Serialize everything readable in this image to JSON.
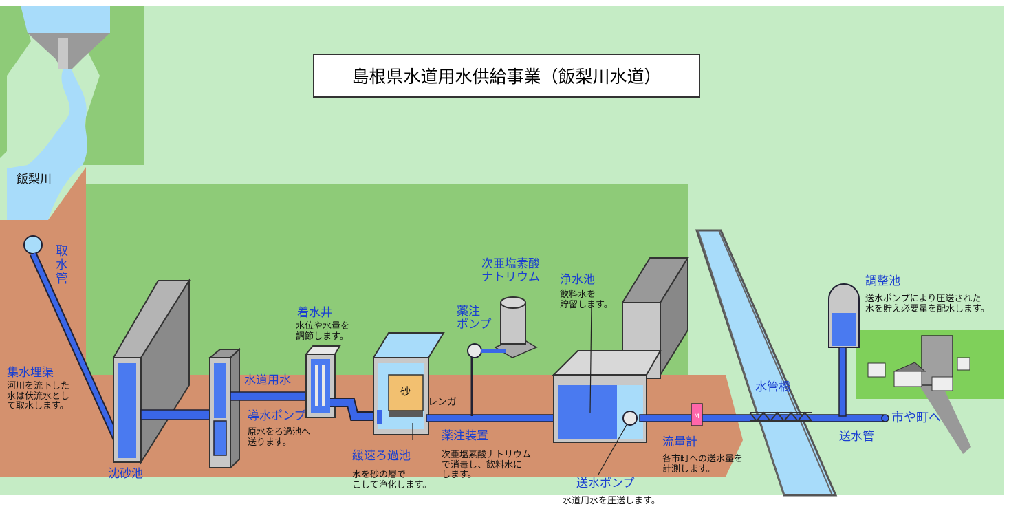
{
  "title": "島根県水道用水供給事業（飯梨川水道）",
  "colors": {
    "grass": "#c5ecc5",
    "hill": "#8ecb78",
    "soil": "#d4916e",
    "water": "#a8dcfa",
    "pipe": "#3a66e8",
    "structure": "#b4b4b4",
    "label": "#1a3fd0"
  },
  "labels": {
    "river": "飯梨川",
    "intake_pipe": "取水管",
    "infiltration": {
      "name": "集水埋渠",
      "desc": "河川を流下した\n水は伏流水とし\nて取水します。"
    },
    "grit": {
      "name": "沈砂池"
    },
    "conduit_label": "水道用水",
    "conduit_pump": {
      "name": "導水ポンプ",
      "desc": "原水をろ過池へ\n送ります。"
    },
    "receiving_well": {
      "name": "着水井",
      "desc": "水位や水量を\n調節します。"
    },
    "slow_filter": {
      "name": "緩速ろ過池",
      "desc": "水を砂の層で\nこして浄化します。",
      "sand": "砂",
      "brick": "レンガ"
    },
    "chem_pump": {
      "name": "薬注\nポンプ"
    },
    "hypochlorite": {
      "name": "次亜塩素酸\nナトリウム"
    },
    "chem_device": {
      "name": "薬注装置",
      "desc": "次亜塩素酸ナトリウム\nで消毒し、飲料水に\nします。"
    },
    "clear_well": {
      "name": "浄水池",
      "desc": "飲料水を\n貯留します。"
    },
    "send_pump": {
      "name": "送水ポンプ",
      "desc": "水道用水を圧送します。"
    },
    "flowmeter": {
      "name": "流量計",
      "desc": "各市町への送水量を\n計測します。",
      "mark": "M"
    },
    "pipe_bridge": "水管橋",
    "send_pipe": "送水管",
    "to_towns": "市や町へ",
    "adjust_pond": {
      "name": "調整池",
      "desc": "送水ポンプにより圧送された\n水を貯え必要量を配水します。"
    }
  }
}
